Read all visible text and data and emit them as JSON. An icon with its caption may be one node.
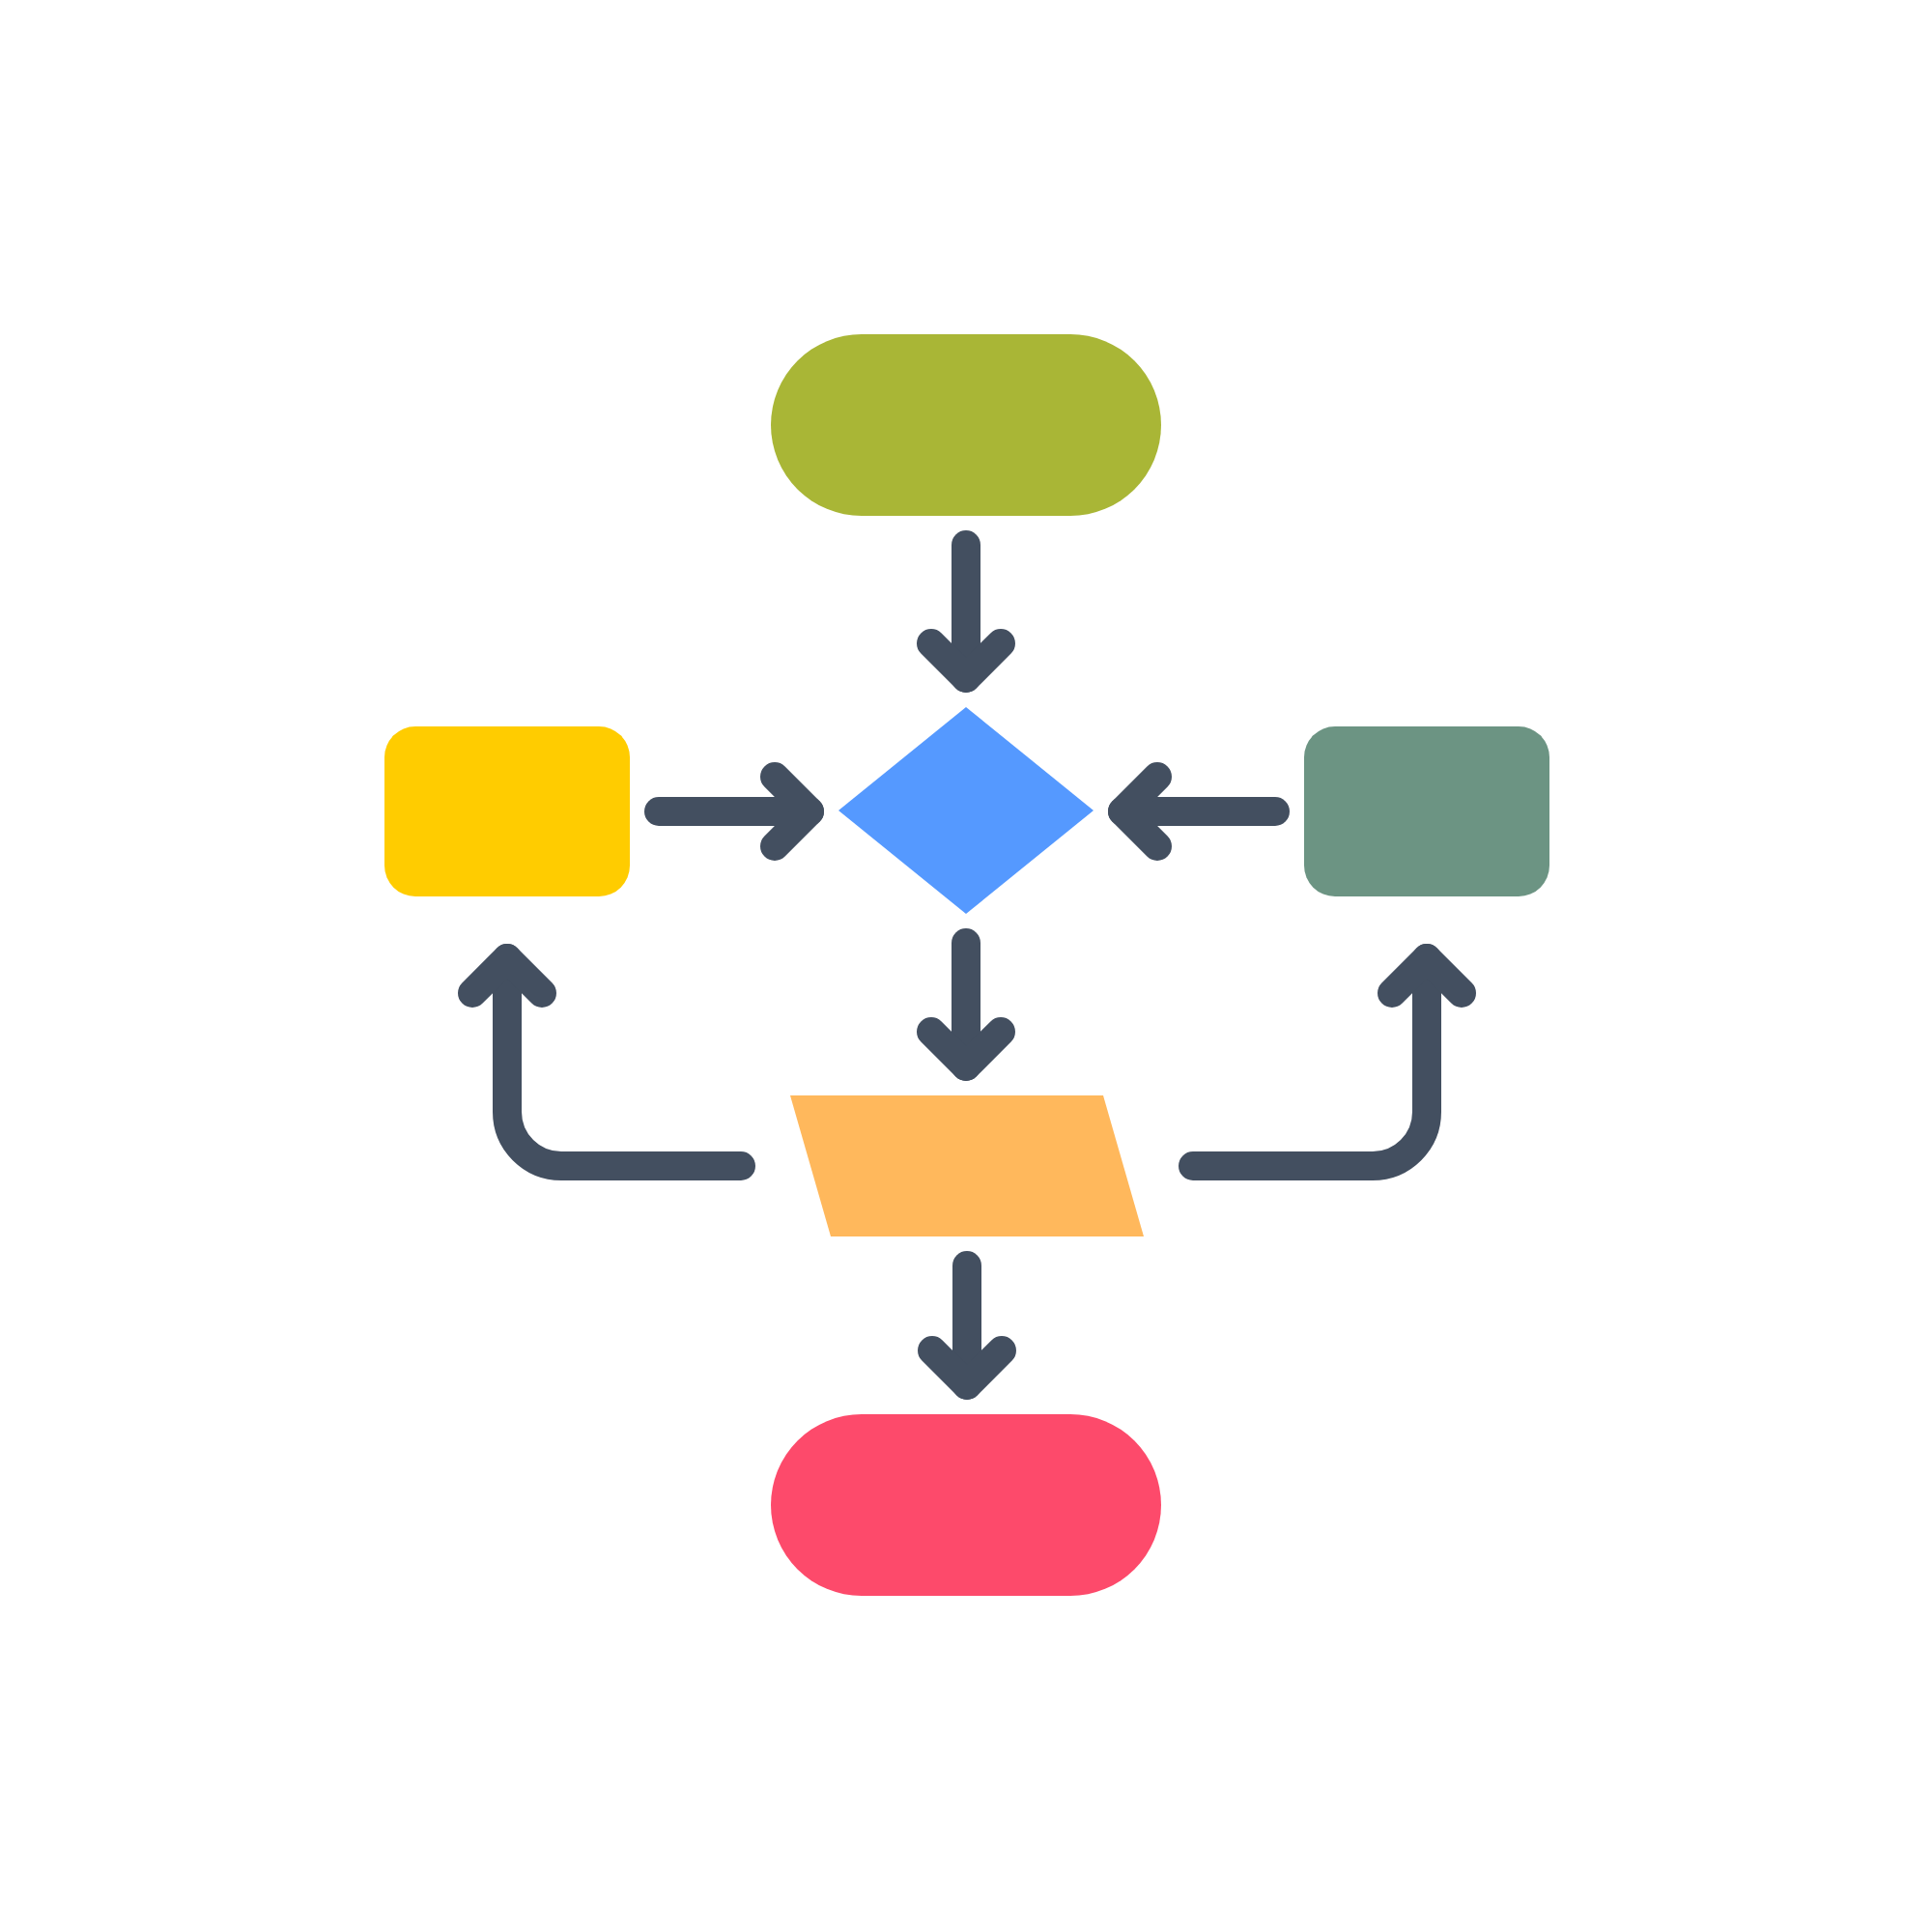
{
  "diagram": {
    "nodes": [
      {
        "text": [],
        "shape": "pill"
      },
      {
        "text": [],
        "shape": "box"
      },
      {
        "text": [],
        "shape": "diamond"
      },
      {
        "text": [],
        "shape": "box"
      },
      {
        "text": [],
        "shape": "parallelogram"
      },
      {
        "text": [],
        "shape": "pill"
      }
    ],
    "edges": [
      {
        "from": 0,
        "to": 2,
        "arrow": "to"
      },
      {
        "from": 1,
        "to": 2,
        "arrow": "to"
      },
      {
        "from": 3,
        "to": 2,
        "arrow": "to"
      },
      {
        "from": 2,
        "to": 4,
        "arrow": "to"
      },
      {
        "from": 4,
        "to": 1,
        "arrow": "to"
      },
      {
        "from": 4,
        "to": 3,
        "arrow": "to"
      },
      {
        "from": 4,
        "to": 5,
        "arrow": "to"
      }
    ]
  }
}
